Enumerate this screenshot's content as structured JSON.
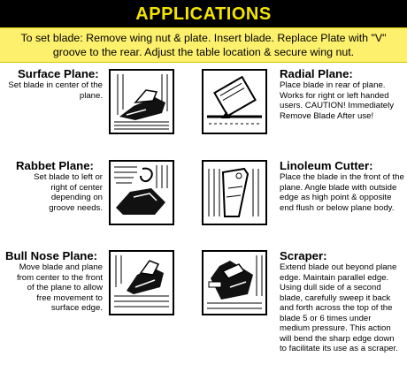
{
  "header": {
    "title": "APPLICATIONS"
  },
  "intro": {
    "text": "To set blade: Remove wing nut & plate. Insert blade. Replace Plate with \"V\" groove to the rear. Adjust the table location & secure wing nut."
  },
  "applications": [
    {
      "title": "Surface Plane:",
      "description": "Set blade in center of the plane."
    },
    {
      "title": "Radial Plane:",
      "description": "Place blade in rear of plane. Works for right or left handed users. CAUTION! Immediately Remove Blade After use!"
    },
    {
      "title": "Rabbet Plane:",
      "description": "Set blade to left or right of center depending on groove needs."
    },
    {
      "title": "Linoleum Cutter:",
      "description": "Place the blade in the front of the plane. Angle blade with outside edge as high point & opposite end flush or below plane body."
    },
    {
      "title": "Bull Nose Plane:",
      "description": "Move blade and plane from center to the front of the plane to allow free movement to surface edge."
    },
    {
      "title": "Scraper:",
      "description": "Extend blade out beyond plane edge. Maintain parallel edge. Using dull side of a second blade, carefully sweep it back and forth across the top of the blade 5 or 6 times under medium pressure. This action will bend the sharp edge down to facilitate its use as a scraper."
    }
  ]
}
